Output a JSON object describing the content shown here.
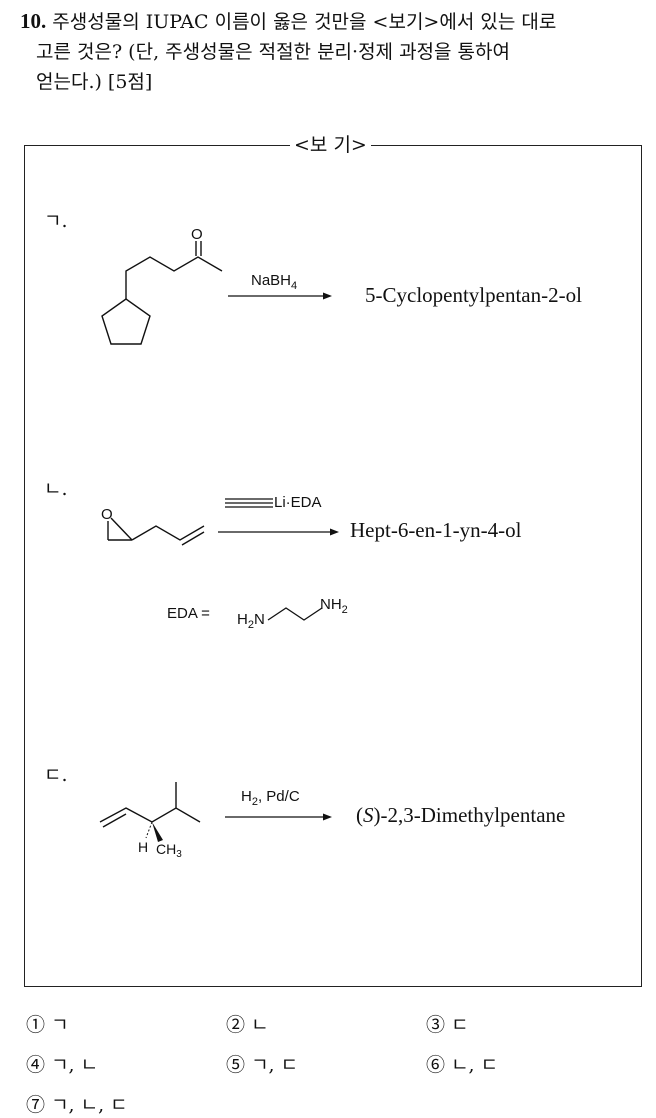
{
  "question": {
    "number": "10.",
    "line1": "주생성물의 IUPAC 이름이 옳은 것만을 <보기>에서 있는 대로",
    "line2": "고른 것은? (단, 주생성물은 적절한 분리·정제 과정을 통하여",
    "line3": "얻는다.) [5점]"
  },
  "box_title": "<보 기>",
  "items": [
    {
      "label": "ㄱ.",
      "reagent": "NaBH4",
      "product": "5-Cyclopentylpentan-2-ol",
      "atom_labels": [
        "O"
      ]
    },
    {
      "label": "ㄴ.",
      "reagent": "Li·EDA",
      "product": "Hept-6-en-1-yn-4-ol",
      "atom_labels": [
        "O"
      ],
      "eda_label": "EDA  =",
      "eda_left": "H2N",
      "eda_right": "NH2"
    },
    {
      "label": "ㄷ.",
      "reagent": "H2, Pd/C",
      "product_prefix": "(",
      "product_stereo": "S",
      "product_rest": ")-2,3-Dimethylpentane",
      "atom_labels": [
        "H",
        "CH3"
      ]
    }
  ],
  "choices": [
    {
      "num": "①",
      "text": "ㄱ"
    },
    {
      "num": "②",
      "text": "ㄴ"
    },
    {
      "num": "③",
      "text": "ㄷ"
    },
    {
      "num": "④",
      "text": "ㄱ, ㄴ"
    },
    {
      "num": "⑤",
      "text": "ㄱ, ㄷ"
    },
    {
      "num": "⑥",
      "text": "ㄴ, ㄷ"
    },
    {
      "num": "⑦",
      "text": "ㄱ, ㄴ, ㄷ"
    }
  ]
}
